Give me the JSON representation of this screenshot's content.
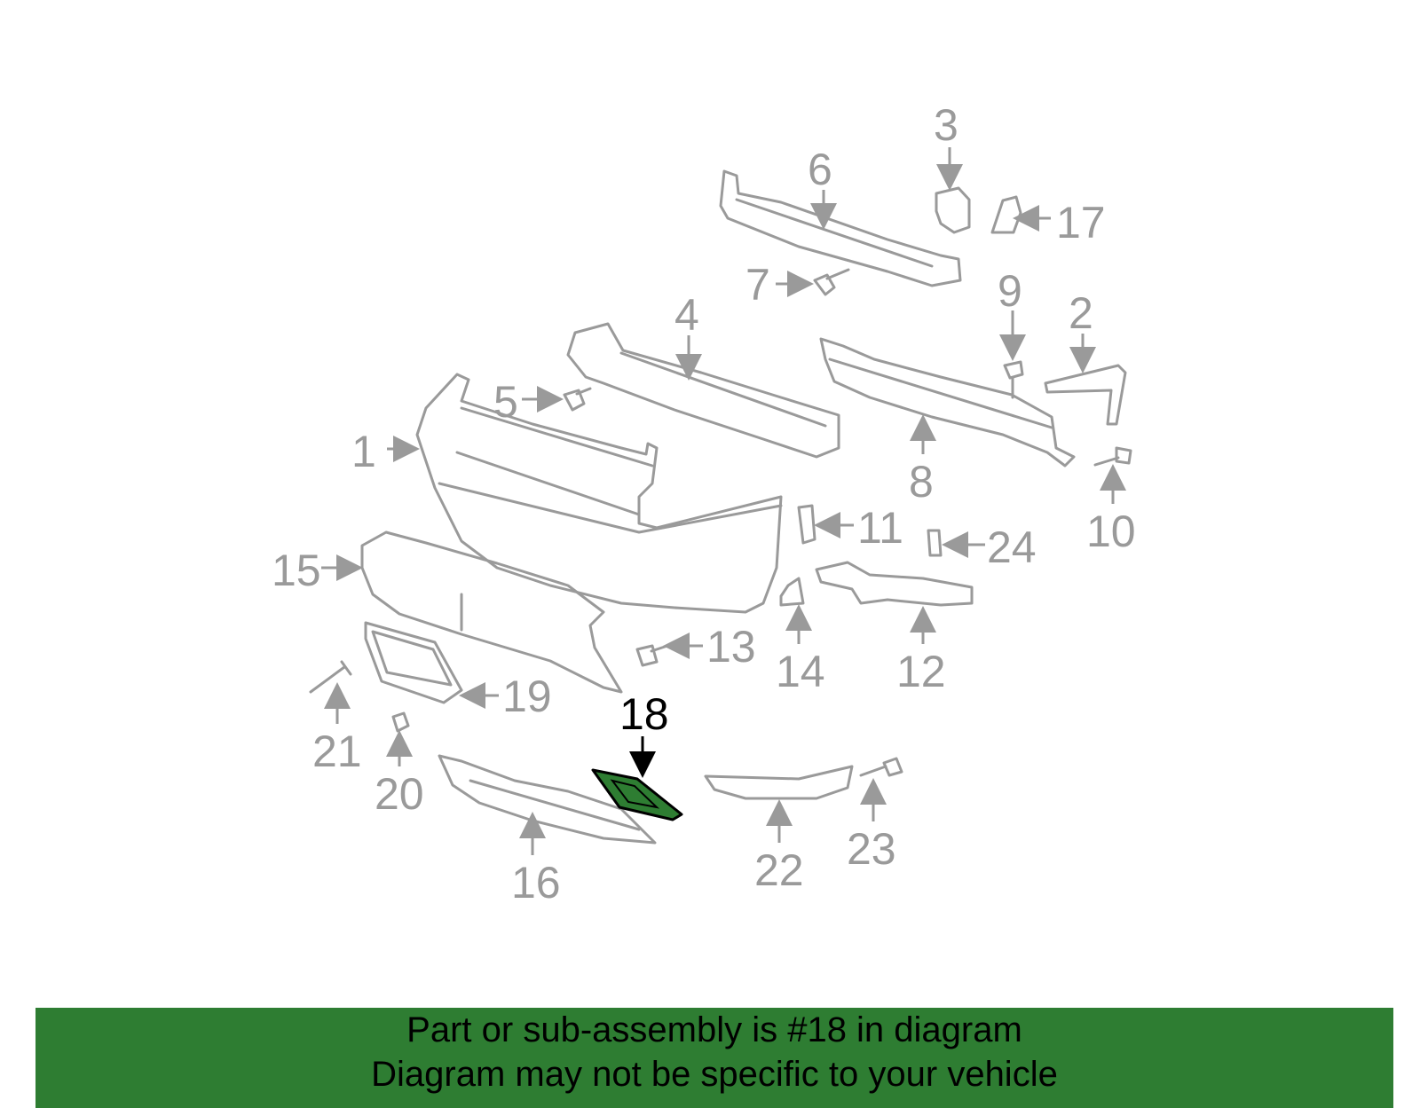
{
  "highlight": {
    "part_number": "18",
    "color": "#2e7d32"
  },
  "callouts": [
    "1",
    "2",
    "3",
    "4",
    "5",
    "6",
    "7",
    "8",
    "9",
    "10",
    "11",
    "12",
    "13",
    "14",
    "15",
    "16",
    "17",
    "18",
    "19",
    "20",
    "21",
    "22",
    "23",
    "24"
  ],
  "footer": {
    "line1": "Part or sub-assembly is #18 in diagram",
    "line2": "Diagram may not be specific to your vehicle"
  }
}
